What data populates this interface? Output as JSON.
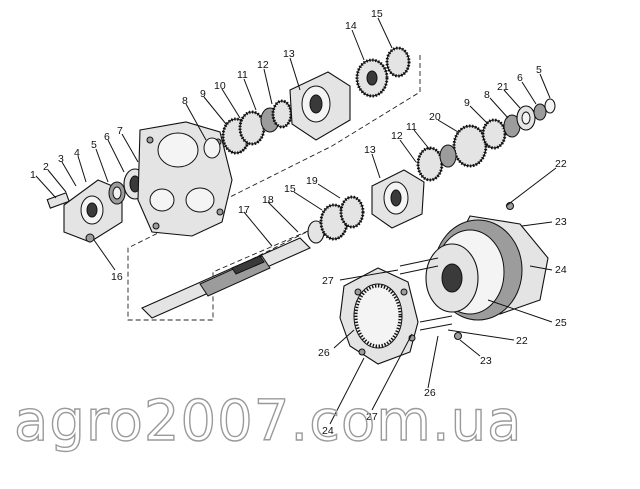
{
  "labels": [
    {
      "text": "1"
    },
    {
      "text": "2"
    },
    {
      "text": "3"
    },
    {
      "text": "4"
    },
    {
      "text": "5"
    },
    {
      "text": "6"
    },
    {
      "text": "7"
    },
    {
      "text": "8"
    },
    {
      "text": "9"
    },
    {
      "text": "10"
    },
    {
      "text": "11"
    },
    {
      "text": "12"
    },
    {
      "text": "13"
    },
    {
      "text": "14"
    },
    {
      "text": "15"
    },
    {
      "text": "16"
    },
    {
      "text": "17"
    },
    {
      "text": "18"
    },
    {
      "text": "15"
    },
    {
      "text": "19"
    },
    {
      "text": "13"
    },
    {
      "text": "12"
    },
    {
      "text": "11"
    },
    {
      "text": "20"
    },
    {
      "text": "9"
    },
    {
      "text": "8"
    },
    {
      "text": "21"
    },
    {
      "text": "6"
    },
    {
      "text": "5"
    },
    {
      "text": "22"
    },
    {
      "text": "23"
    },
    {
      "text": "24"
    },
    {
      "text": "27"
    },
    {
      "text": "25"
    },
    {
      "text": "22"
    },
    {
      "text": "26"
    },
    {
      "text": "23"
    },
    {
      "text": "26"
    },
    {
      "text": "27"
    },
    {
      "text": "24"
    }
  ],
  "watermark": "agro2007.com.ua"
}
